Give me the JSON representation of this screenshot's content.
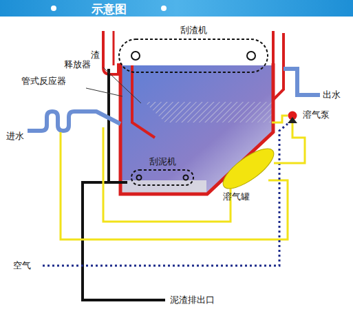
{
  "diagram": {
    "title": "示意图",
    "nodes": [
      {
        "text": [
          "刮渣机"
        ]
      },
      {
        "text": [
          "刮泥机"
        ]
      },
      {
        "text": [
          "溶气泵"
        ]
      },
      {
        "text": [
          "溶气罐"
        ]
      }
    ],
    "edges": [
      {
        "from": 2,
        "to": 3,
        "arrow": "none"
      }
    ],
    "labels": [
      "渣",
      "释放器",
      "管式反应器",
      "进水",
      "出水",
      "空气",
      "泥渣排出口"
    ]
  }
}
